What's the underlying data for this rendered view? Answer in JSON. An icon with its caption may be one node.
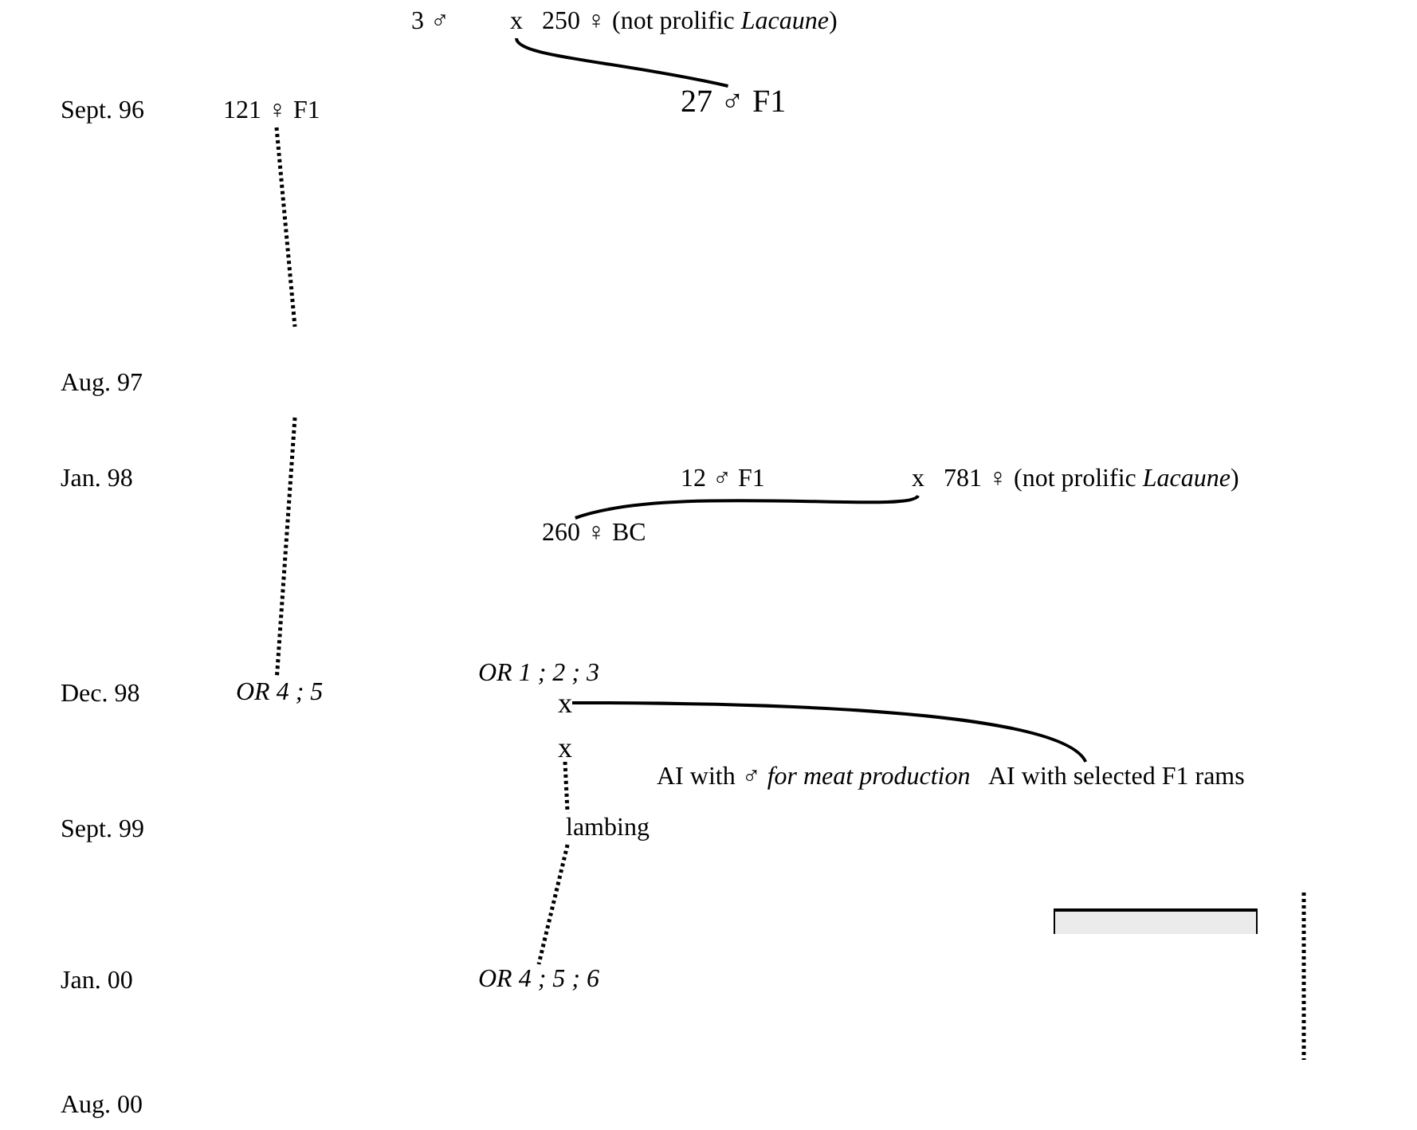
{
  "diagram": {
    "nodes": [
      {
        "text": [
          "3 ♂"
        ]
      },
      {
        "text": [
          "x"
        ]
      },
      {
        "text": [
          "250 ♀ (not prolific *Lacaune*)"
        ]
      },
      {
        "text": [
          "27 ♂ F1"
        ]
      },
      {
        "text": [
          "121 ♀ F1"
        ]
      },
      {
        "text": [
          "12 ♂ F1"
        ]
      },
      {
        "text": [
          "x"
        ]
      },
      {
        "text": [
          "781 ♀ (not prolific *Lacaune*)"
        ]
      },
      {
        "text": [
          "260 ♀ BC"
        ]
      },
      {
        "text": [
          "OR 4 ; 5"
        ]
      },
      {
        "text": [
          "OR 1 ; 2 ; 3"
        ]
      },
      {
        "text": [
          "x"
        ]
      },
      {
        "text": [
          "AI with selected F1 rams"
        ]
      },
      {
        "text": [
          "x"
        ]
      },
      {
        "text": [
          "lambing"
        ]
      },
      {
        "text": [
          "AI with ♂ *for meat production*"
        ]
      },
      {
        "text": [],
        "shape": "box"
      },
      {
        "text": [
          "OR 4 ; 5 ; 6"
        ]
      }
    ],
    "edges": [
      {
        "from": 1,
        "to": 3,
        "arrow": "none"
      },
      {
        "from": 4,
        "to": null,
        "arrow": "none",
        "style": "dashed"
      },
      {
        "from": null,
        "to": 9,
        "arrow": "none",
        "style": "dashed"
      },
      {
        "from": 6,
        "to": 8,
        "arrow": "none"
      },
      {
        "from": 11,
        "to": 12,
        "arrow": "none"
      },
      {
        "from": 13,
        "to": 14,
        "arrow": "none",
        "style": "dashed"
      },
      {
        "from": 14,
        "to": 17,
        "arrow": "none",
        "style": "dashed"
      }
    ],
    "labels": [
      "Sept. 96",
      "Aug. 97",
      "Jan. 98",
      "Dec. 98",
      "Sept. 99",
      "Jan. 00",
      "Aug. 00"
    ]
  }
}
